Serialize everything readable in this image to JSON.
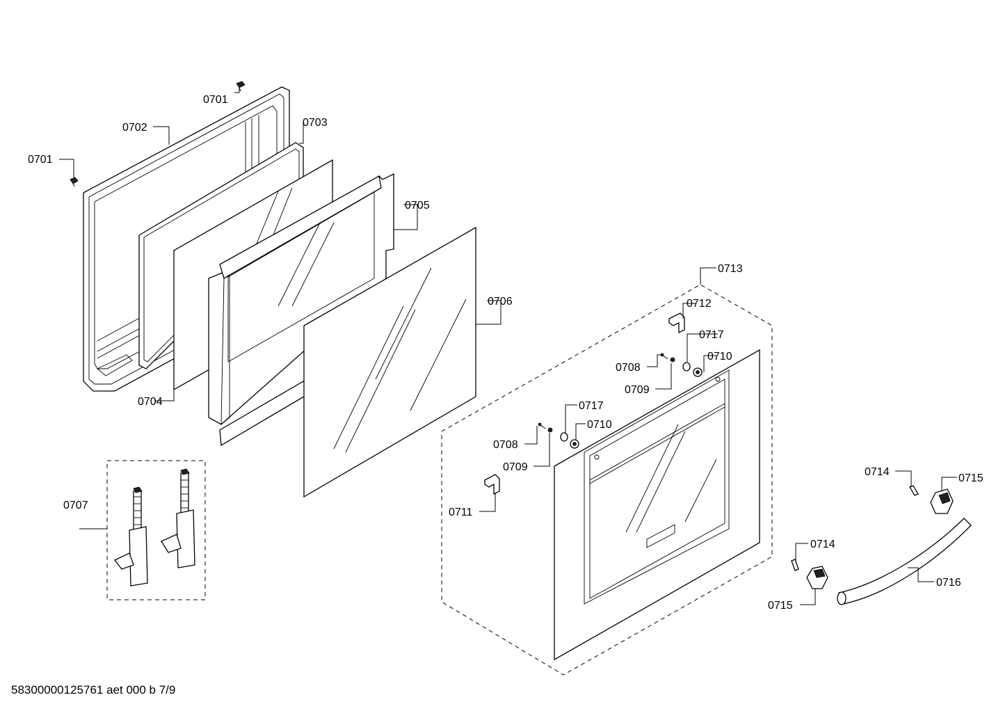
{
  "diagram": {
    "type": "exploded parts diagram",
    "part_numbers": {
      "p0701a": "0701",
      "p0701b": "0701",
      "p0702": "0702",
      "p0703": "0703",
      "p0704": "0704",
      "p0705": "0705",
      "p0706": "0706",
      "p0707": "0707",
      "p0708a": "0708",
      "p0708b": "0708",
      "p0709a": "0709",
      "p0709b": "0709",
      "p0710a": "0710",
      "p0710b": "0710",
      "p0711": "0711",
      "p0712": "0712",
      "p0713": "0713",
      "p0714a": "0714",
      "p0714b": "0714",
      "p0715a": "0715",
      "p0715b": "0715",
      "p0716": "0716",
      "p0717a": "0717",
      "p0717b": "0717"
    },
    "footer": "58300000125761 aet 000 b 7/9"
  }
}
